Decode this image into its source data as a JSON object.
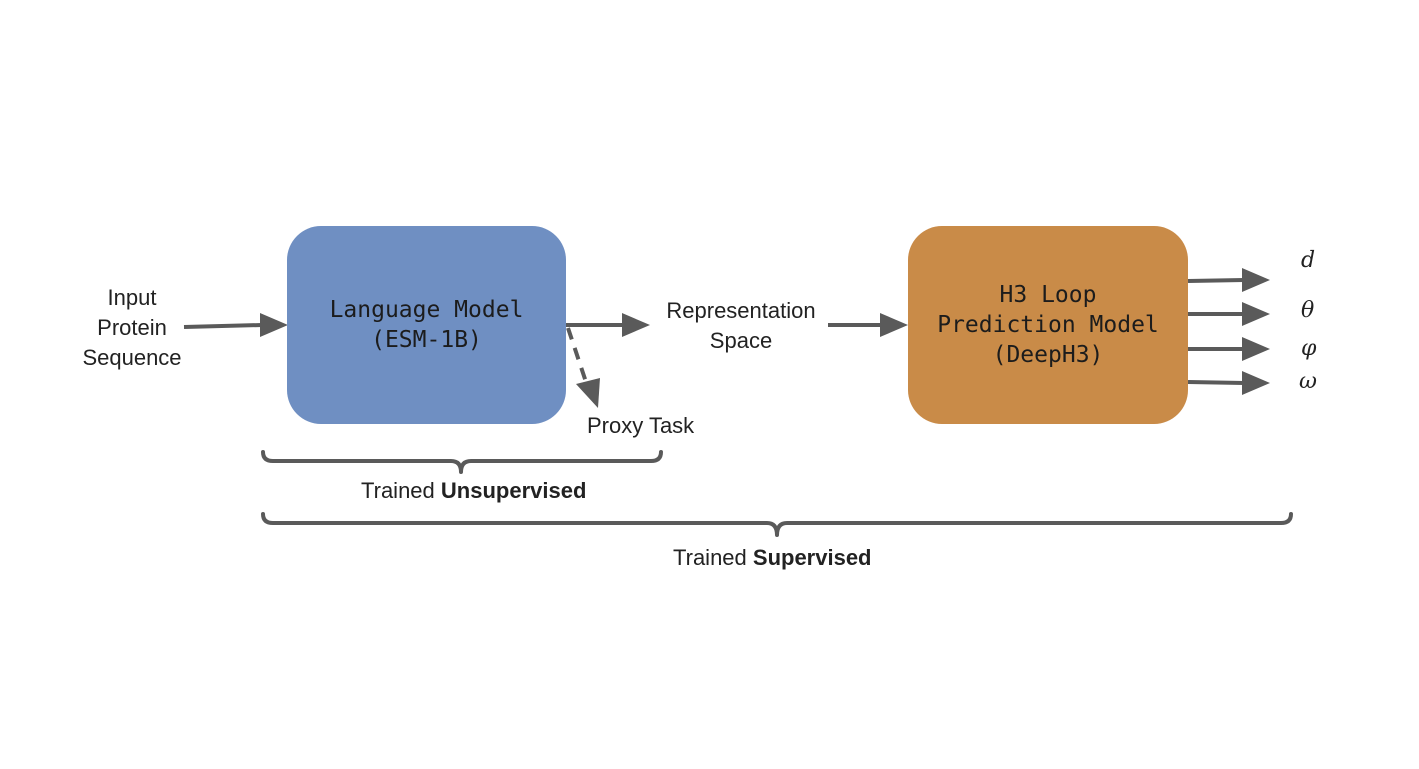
{
  "input": {
    "lines": [
      "Input",
      "Protein",
      "Sequence"
    ]
  },
  "language_model": {
    "lines": [
      "Language Model",
      "(ESM-1B)"
    ],
    "color": "#6f8fc2"
  },
  "representation": {
    "lines": [
      "Representation",
      "Space"
    ]
  },
  "proxy_task": {
    "label": "Proxy Task"
  },
  "h3_model": {
    "lines": [
      "H3 Loop",
      "Prediction Model",
      "(DeepH3)"
    ],
    "color": "#c98b48"
  },
  "outputs": [
    "d",
    "θ",
    "φ",
    "ω"
  ],
  "braces": {
    "unsupervised": {
      "prefix": "Trained ",
      "bold": "Unsupervised"
    },
    "supervised": {
      "prefix": "Trained ",
      "bold": "Supervised"
    }
  },
  "colors": {
    "arrow": "#5a5a5a",
    "brace": "#5a5a5a"
  }
}
